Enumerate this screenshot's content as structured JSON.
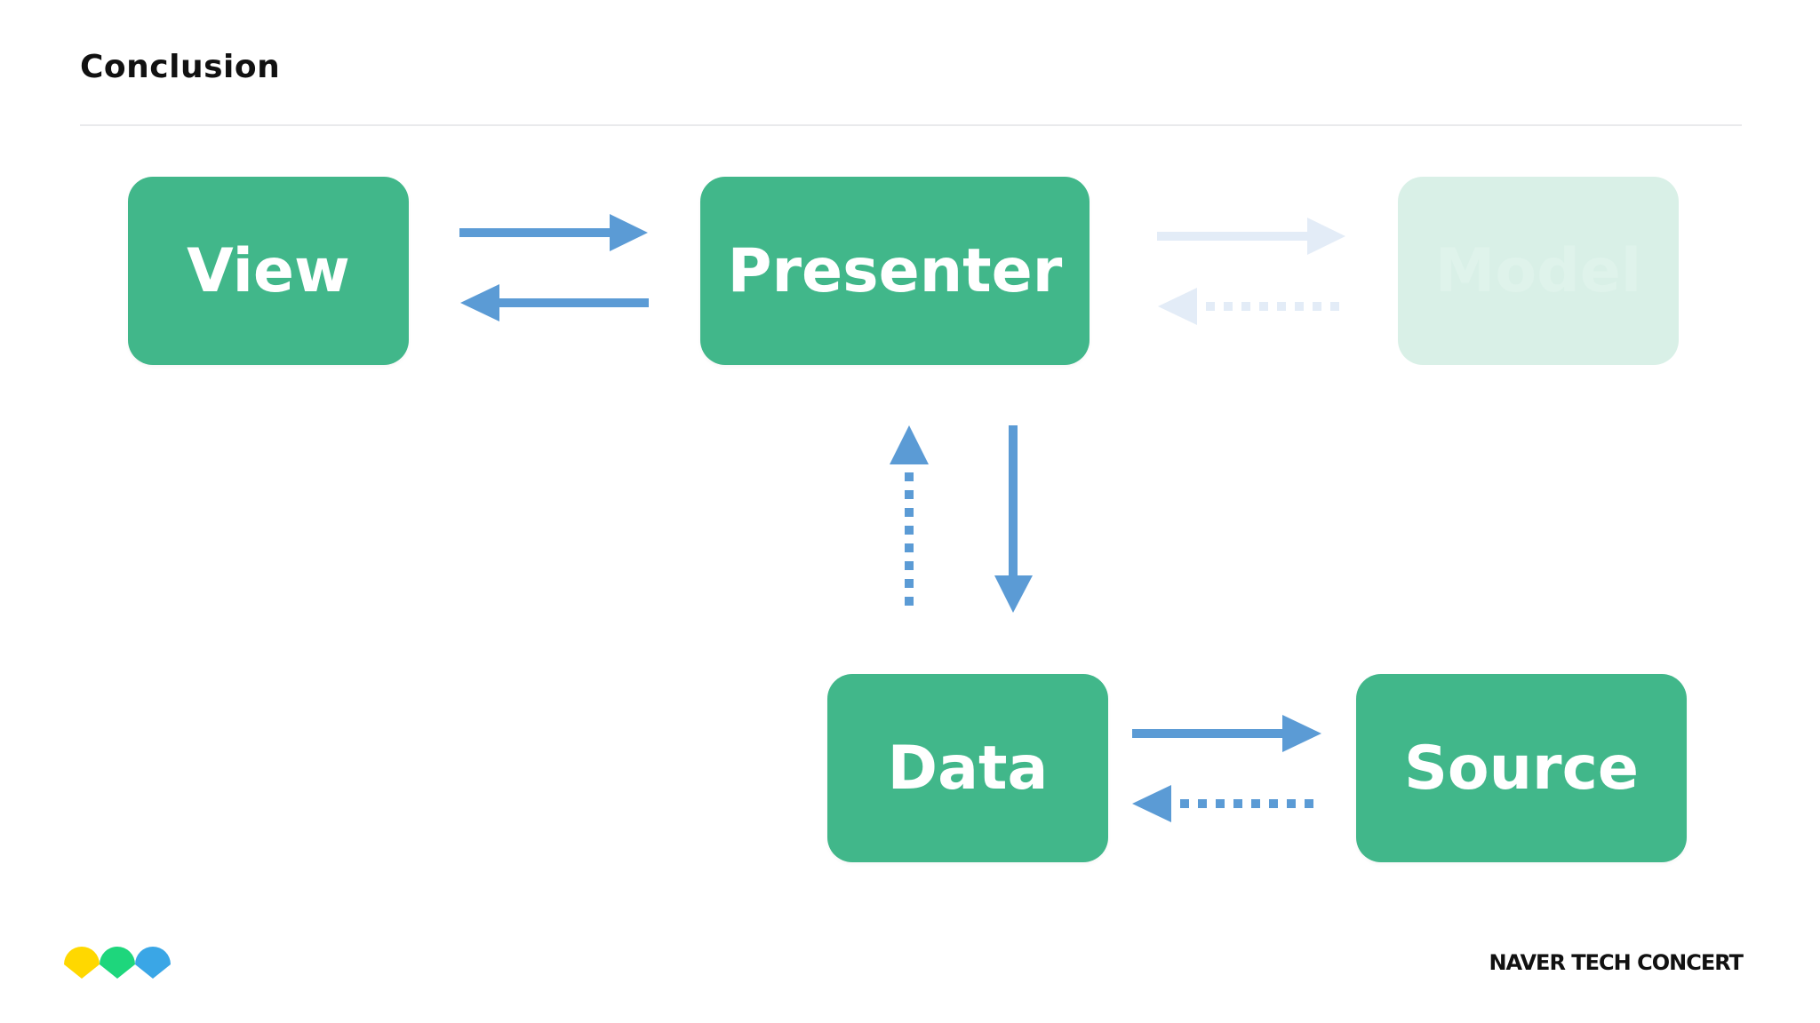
{
  "slide": {
    "title": "Conclusion"
  },
  "diagram": {
    "nodes": {
      "view": "View",
      "presenter": "Presenter",
      "model": "Model",
      "data": "Data",
      "source": "Source"
    }
  },
  "footer": {
    "brand": "NAVER TECH CONCERT"
  },
  "colors": {
    "node_green": "#41b78a",
    "node_faded": "#d9f0e7",
    "arrow_blue": "#5b9bd5",
    "arrow_faded": "#e3ecf7",
    "logo_yellow": "#ffd800",
    "logo_green": "#1ed67c",
    "logo_blue": "#3aa6e6"
  }
}
